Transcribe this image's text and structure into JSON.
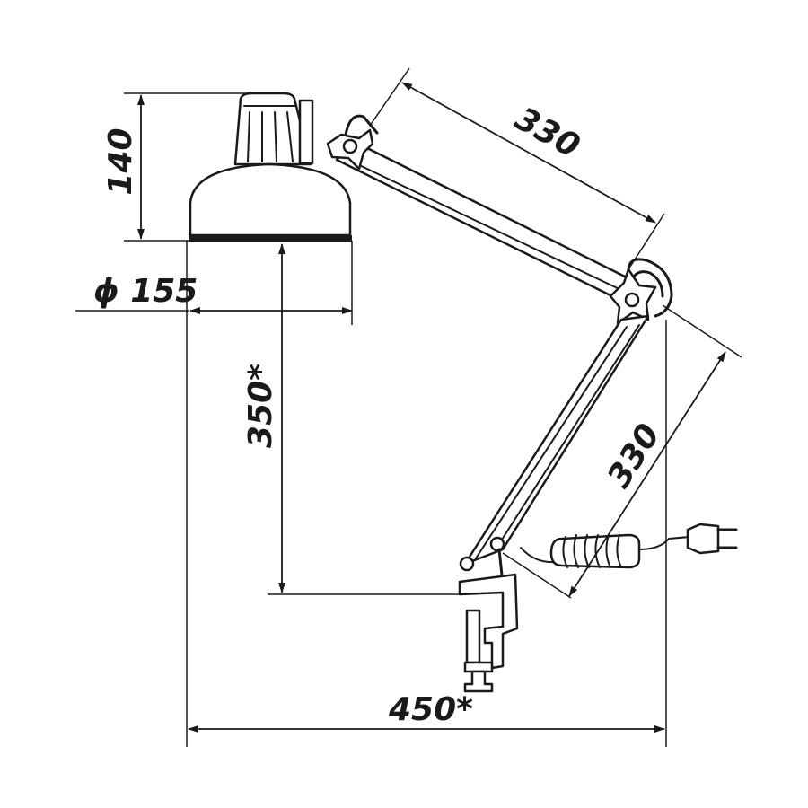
{
  "dimensions": {
    "head_height": "140",
    "shade_diameter": "ϕ 155",
    "upper_arm": "330",
    "lower_arm": "330",
    "shade_bottom_height": "350*",
    "base_reach": "450*"
  },
  "colors": {
    "ink": "#1a1a1a",
    "background": "#ffffff"
  }
}
